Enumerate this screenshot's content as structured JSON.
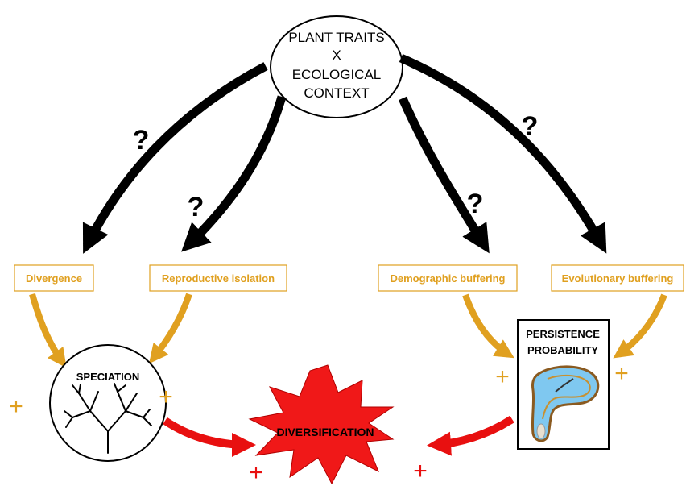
{
  "top_node": {
    "lines": [
      "PLANT TRAITS",
      "X",
      "ECOLOGICAL",
      "CONTEXT"
    ]
  },
  "question_mark": "?",
  "mechanisms": {
    "divergence": "Divergence",
    "reproductive_isolation": "Reproductive isolation",
    "demographic_buffering": "Demographic buffering",
    "evolutionary_buffering": "Evolutionary buffering"
  },
  "outcomes": {
    "speciation": "SPECIATION",
    "persistence": [
      "PERSISTENCE",
      "PROBABILITY"
    ],
    "diversification": "DIVERSIFICATION"
  },
  "plus_sign": "+",
  "colors": {
    "mechanism_accent": "#E0A020",
    "effect_arrow": "#E81010",
    "burst_fill": "#F01818",
    "influence_arrow": "#000000"
  },
  "icons": {
    "speciation": "phylogenetic-tree-icon",
    "persistence": "melting-clock-icon"
  }
}
